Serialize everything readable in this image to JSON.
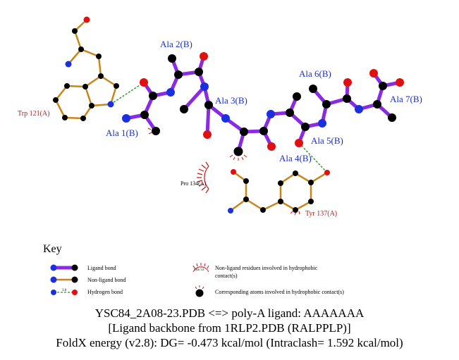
{
  "ligand_residues": [
    "Ala 1(B)",
    "Ala 2(B)",
    "Ala 3(B)",
    "Ala 4(B)",
    "Ala 5(B)",
    "Ala 6(B)",
    "Ala 7(B)"
  ],
  "protein_residues": [
    "Trp 121(A)",
    "Tyr 137(A)"
  ],
  "hydrophobic_residues": [
    "Pro 134(A)"
  ],
  "key": {
    "title": "Key",
    "ligand_bond": "Ligand bond",
    "nonligand_bond": "Non-ligand bond",
    "hydrogen_bond": "Hydrogen bond",
    "hbond_distance": "3.0",
    "sample_residue": "His 53",
    "nonligand_hydrophobic_line1": "Non-ligand residues involved in hydrophobic",
    "nonligand_hydrophobic_line2": "contact(s)",
    "corresponding_atoms": "Corresponding atoms involved in hydrophobic contact(s)"
  },
  "caption": {
    "line1": "YSC84_2A08-23.PDB <=> poly-A ligand: AAAAAAA",
    "line2": "[Ligand backbone from 1RLP2.PDB (RALPPLP)]",
    "line3": "FoldX energy (v2.8): DG= -0.473 kcal/mol (Intraclash= 1.592 kcal/mol)"
  },
  "colors": {
    "ligand_bond": "#8a2be2",
    "nonligand_bond": "#c8861a",
    "hbond": "#2e9a2e",
    "carbon": "#000000",
    "nitrogen": "#1a2fe0",
    "oxygen": "#e01010",
    "ligand_label": "#1a2fc7",
    "protein_label": "#c01818"
  }
}
